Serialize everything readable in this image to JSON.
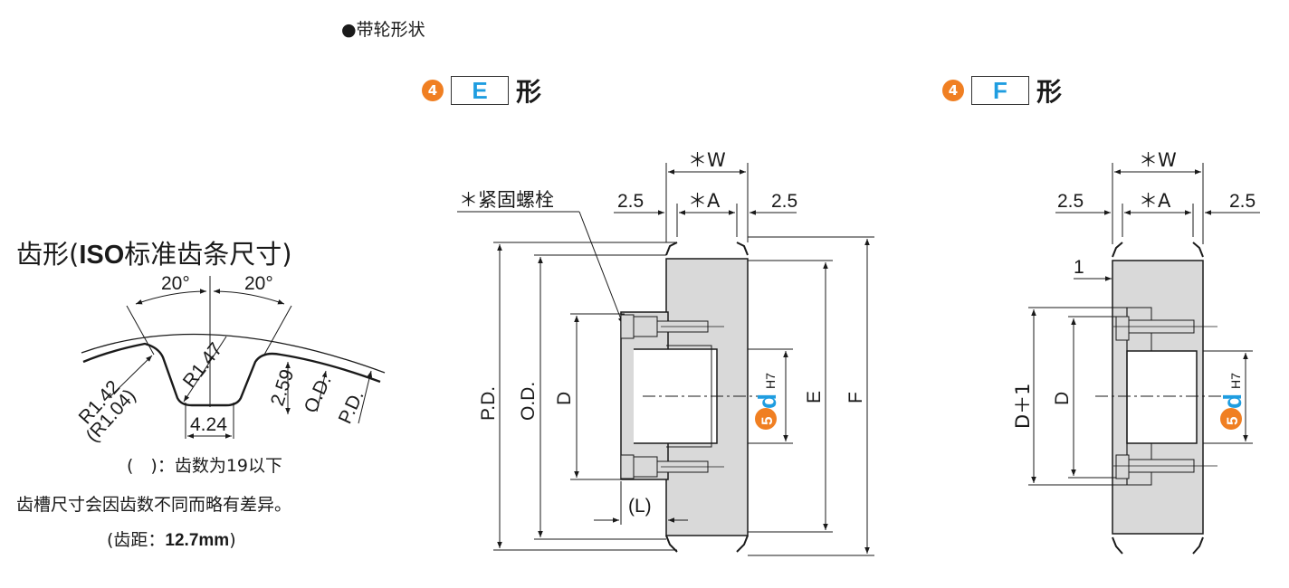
{
  "section_title": "●带轮形状",
  "tooth": {
    "title_pre": "齿形(",
    "title_bold": "ISO",
    "title_post": "标准齿条尺寸)",
    "angle_left": "20°",
    "angle_right": "20°",
    "r_root": "R1.42",
    "r_root_alt": "(R1.04)",
    "r_tip": "R1.47",
    "depth": "2.59",
    "od": "O.D.",
    "pd": "P.D.",
    "width": "4.24",
    "note1": "(　)：齿数为19以下",
    "note2": "齿槽尺寸会因齿数不同而略有差异。",
    "note3_pre": "(齿距：",
    "note3_bold": "12.7mm",
    "note3_post": ")"
  },
  "type_e": {
    "number": "4",
    "letter": "E",
    "suffix": "形",
    "labels": {
      "w": "＊W",
      "a": "＊A",
      "side_left": "2.5",
      "side_right": "2.5",
      "bolt": "＊紧固螺栓",
      "pd": "P.D.",
      "od": "O.D.",
      "d": "D",
      "e": "E",
      "f": "F",
      "l": "(L)",
      "bore_num": "5",
      "bore_letter": "d",
      "bore_tol": "H7"
    }
  },
  "type_f": {
    "number": "4",
    "letter": "F",
    "suffix": "形",
    "labels": {
      "w": "＊W",
      "a": "＊A",
      "side_left": "2.5",
      "side_right": "2.5",
      "one": "1",
      "d1": "D＋1",
      "d": "D",
      "bore_num": "5",
      "bore_letter": "d",
      "bore_tol": "H7"
    }
  },
  "colors": {
    "accent_orange": "#f07f22",
    "accent_blue": "#1f9de0",
    "fill_gray": "#d9d9d9"
  }
}
